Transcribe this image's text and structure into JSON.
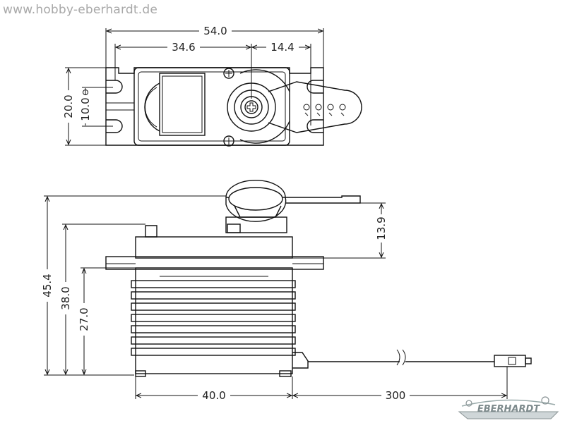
{
  "watermark": "www.hobby-eberhardt.de",
  "dimensions": {
    "top_width": "54.0",
    "top_center": "34.6",
    "top_horn": "14.4",
    "top_height": "20.0",
    "top_hole": "10.0",
    "side_total": "45.4",
    "side_mount": "38.0",
    "side_lower": "27.0",
    "side_horn": "13.9",
    "side_width": "40.0",
    "cable_length": "300"
  },
  "logo_text": "EBERHARDT"
}
